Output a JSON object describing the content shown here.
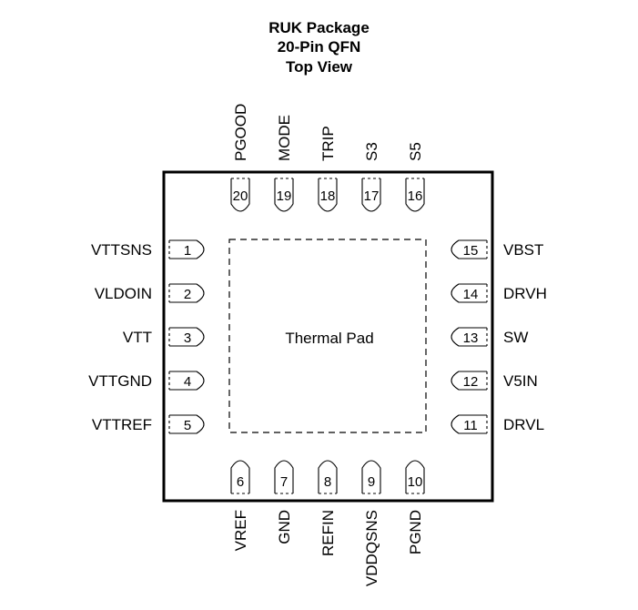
{
  "title_lines": [
    "RUK Package",
    "20-Pin QFN",
    "Top View"
  ],
  "center_label": "Thermal Pad",
  "pins": {
    "left": [
      {
        "num": "1",
        "name": "VTTSNS"
      },
      {
        "num": "2",
        "name": "VLDOIN"
      },
      {
        "num": "3",
        "name": "VTT"
      },
      {
        "num": "4",
        "name": "VTTGND"
      },
      {
        "num": "5",
        "name": "VTTREF"
      }
    ],
    "bottom": [
      {
        "num": "6",
        "name": "VREF"
      },
      {
        "num": "7",
        "name": "GND"
      },
      {
        "num": "8",
        "name": "REFIN"
      },
      {
        "num": "9",
        "name": "VDDQSNS"
      },
      {
        "num": "10",
        "name": "PGND"
      }
    ],
    "right": [
      {
        "num": "11",
        "name": "DRVL"
      },
      {
        "num": "12",
        "name": "V5IN"
      },
      {
        "num": "13",
        "name": "SW"
      },
      {
        "num": "14",
        "name": "DRVH"
      },
      {
        "num": "15",
        "name": "VBST"
      }
    ],
    "top": [
      {
        "num": "16",
        "name": "S5"
      },
      {
        "num": "17",
        "name": "S3"
      },
      {
        "num": "18",
        "name": "TRIP"
      },
      {
        "num": "19",
        "name": "MODE"
      },
      {
        "num": "20",
        "name": "PGOOD"
      }
    ]
  }
}
